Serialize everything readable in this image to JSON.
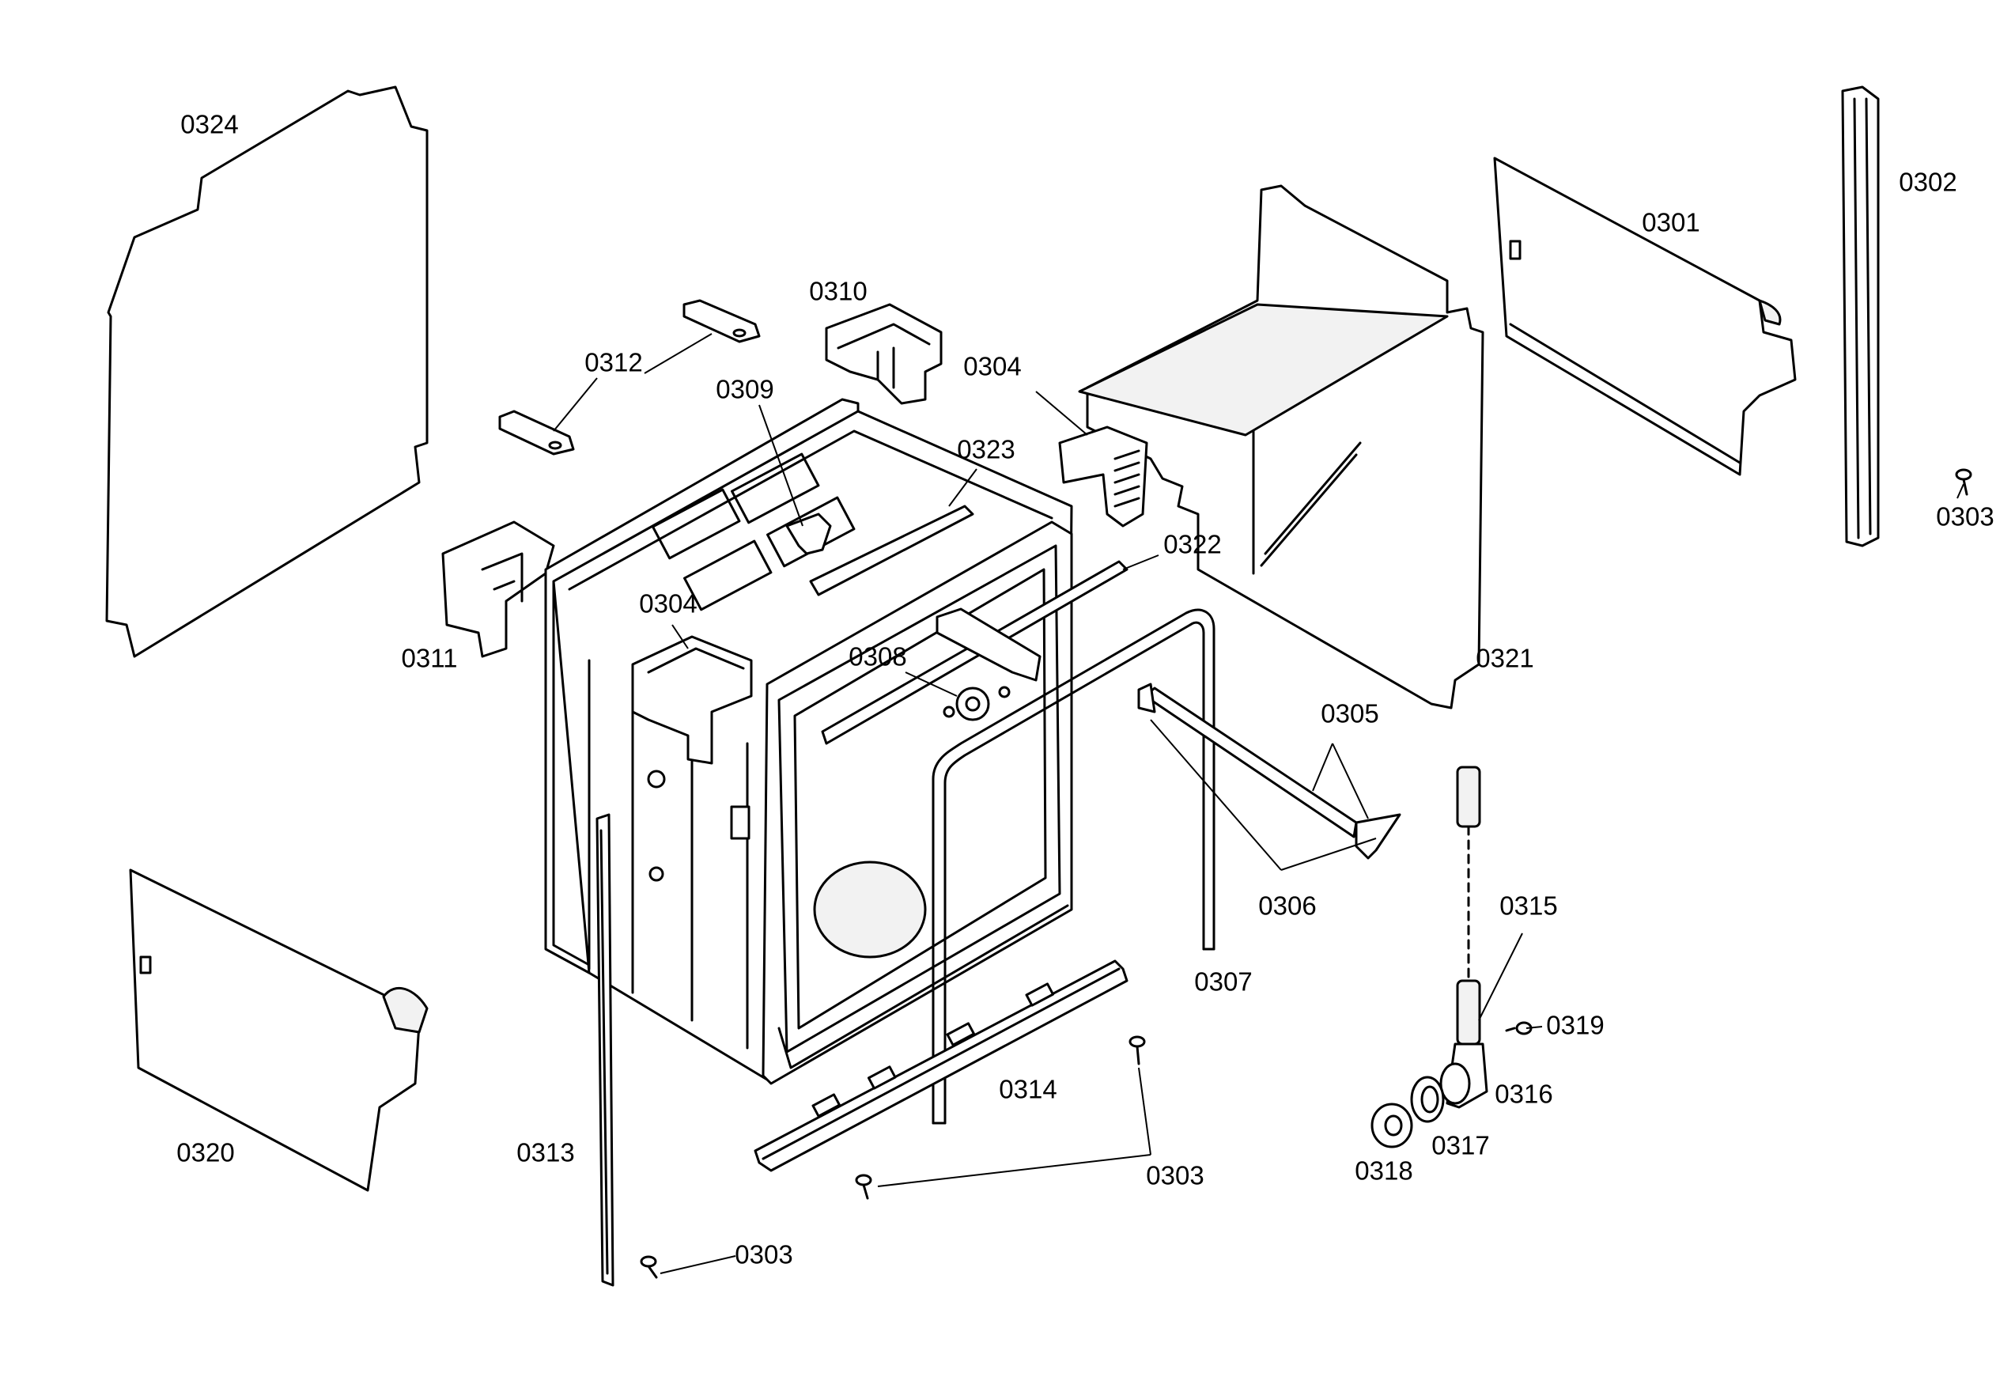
{
  "colors": {
    "line": "#000000",
    "background": "#ffffff"
  },
  "callouts": {
    "p0324": "0324",
    "p0310": "0310",
    "p0312": "0312",
    "p0309": "0309",
    "p0304a": "0304",
    "p0323": "0323",
    "p0301": "0301",
    "p0302": "0302",
    "p0303a": "0303",
    "p0322": "0322",
    "p0311": "0311",
    "p0304b": "0304",
    "p0308": "0308",
    "p0321": "0321",
    "p0305": "0305",
    "p0306": "0306",
    "p0315": "0315",
    "p0307": "0307",
    "p0319": "0319",
    "p0314": "0314",
    "p0316": "0316",
    "p0320": "0320",
    "p0313": "0313",
    "p0317": "0317",
    "p0318": "0318",
    "p0303b": "0303",
    "p0303c": "0303"
  }
}
